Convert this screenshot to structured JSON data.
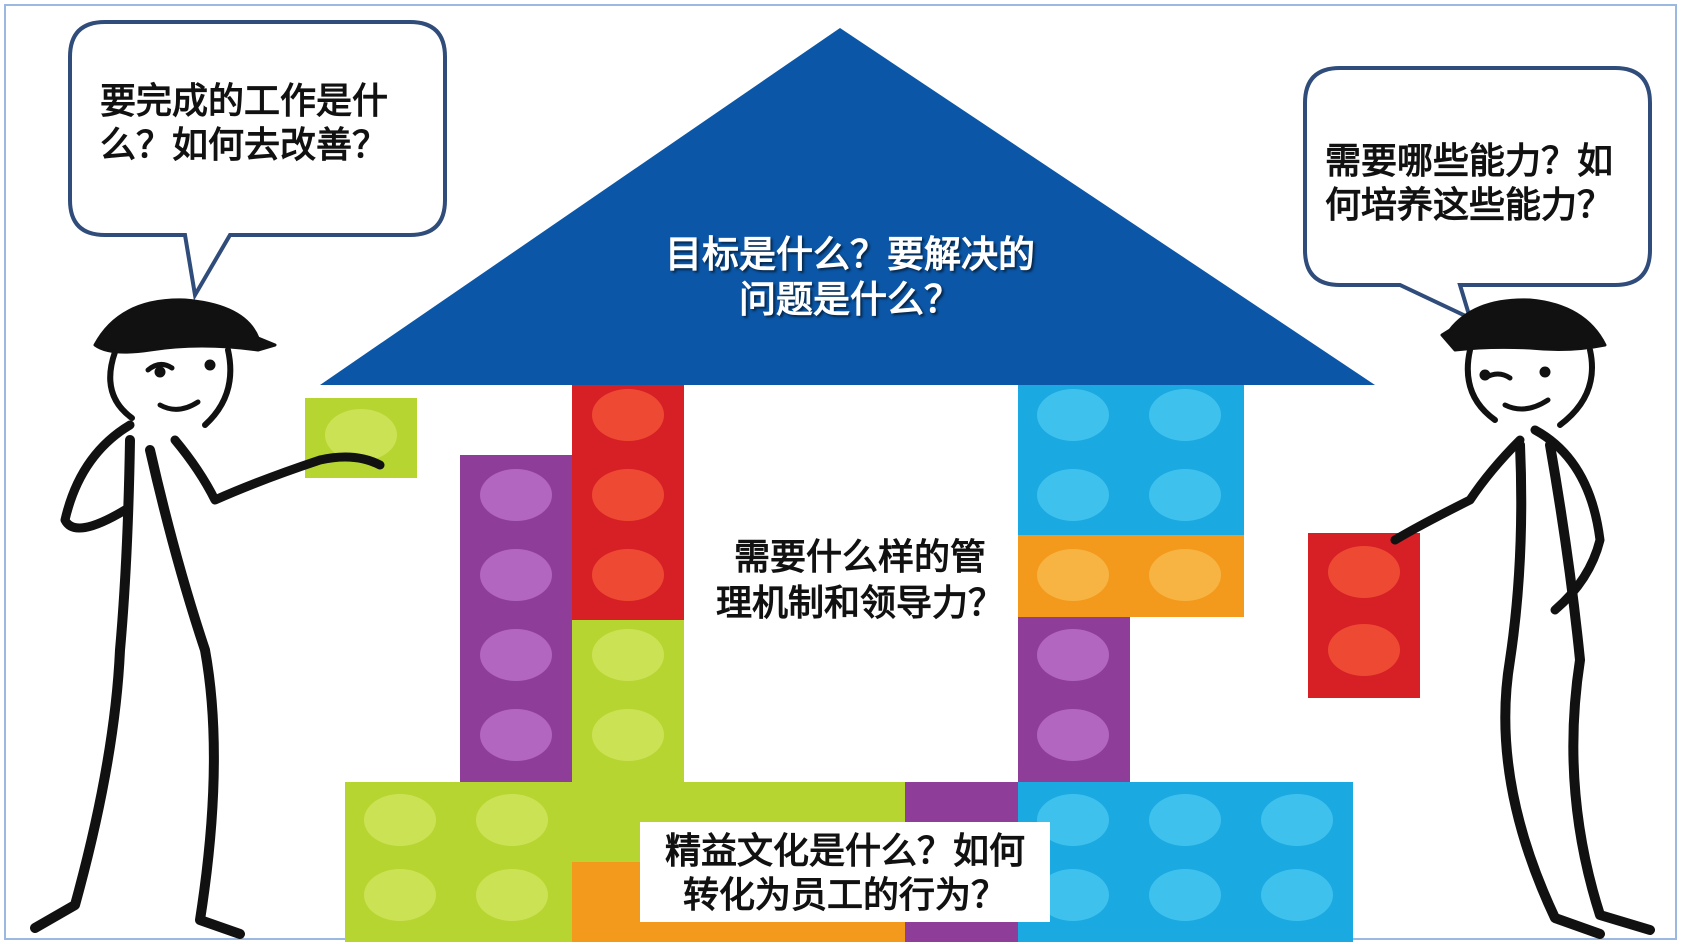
{
  "bubbles": {
    "left": {
      "line1": "要完成的工作是什",
      "line2": "么？如何去改善？"
    },
    "right": {
      "line1": "需要哪些能力？如",
      "line2": "何培养这些能力？"
    }
  },
  "roof": {
    "line1": "目标是什么？要解决的",
    "line2": "问题是什么？"
  },
  "center": {
    "line1": "需要什么样的管",
    "line2": "理机制和领导力？"
  },
  "base": {
    "line1": "精益文化是什么？如何",
    "line2": "转化为员工的行为？"
  },
  "colors": {
    "roof": "#0b56a6",
    "purple": "#8e3d98",
    "red": "#d71f26",
    "lime": "#b6d531",
    "cyan": "#1aa9e0",
    "orange": "#f39a1c",
    "bubble_border": "#2f4c7a",
    "frame": "#9bb8e0"
  },
  "icons": [
    "stick-figure-left",
    "stick-figure-right",
    "lego-brick"
  ]
}
